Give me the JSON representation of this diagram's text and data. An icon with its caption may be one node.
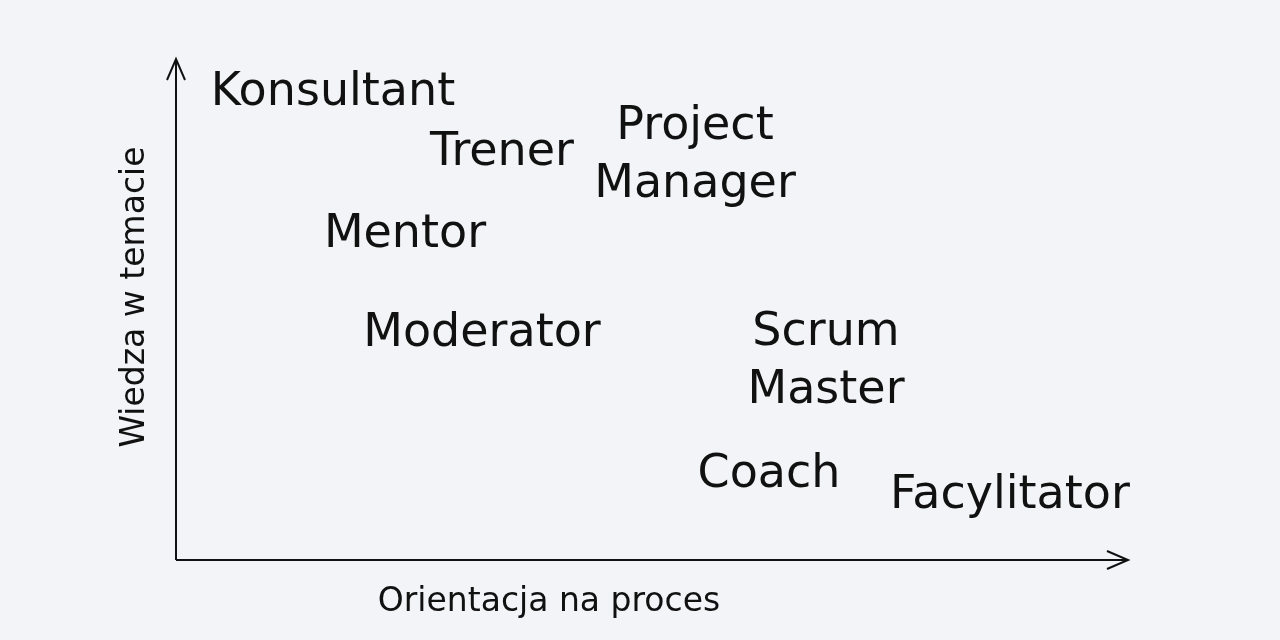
{
  "diagram": {
    "labels": [
      "Wiedza w temacie",
      "Konsultant",
      "Project Manager",
      "Trener",
      "Mentor",
      "Moderator",
      "Scrum Master",
      "Coach",
      "Facylitator",
      "Orientacja na proces"
    ]
  }
}
